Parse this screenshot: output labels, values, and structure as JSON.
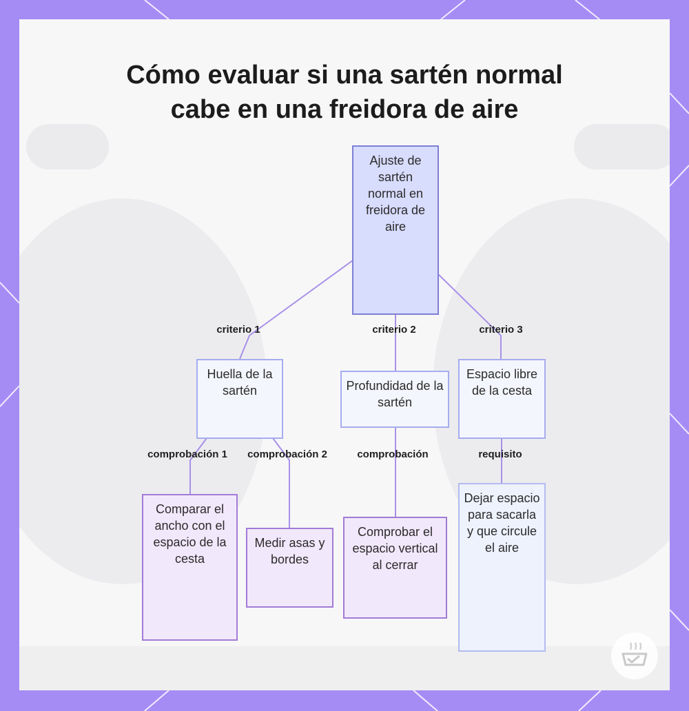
{
  "title": {
    "line1": "Cómo evaluar si una sartén normal",
    "line2": "cabe en una freidora de aire"
  },
  "nodes": {
    "root": "Ajuste de sartén normal en freidora de aire",
    "footprint": "Huella de la sartén",
    "depth": "Profundidad de la sartén",
    "basket_space": "Espacio libre de la cesta",
    "compare_width": "Comparar el ancho con el espacio de la cesta",
    "measure_handles": "Medir asas y bordes",
    "check_vertical": "Comprobar el espacio vertical al cerrar",
    "leave_space": "Dejar espacio para sacarla y que circule el aire"
  },
  "edges": {
    "criterion1": "criterio 1",
    "criterion2": "criterio 2",
    "criterion3": "criterio 3",
    "check1": "comprobación 1",
    "check2": "comprobación 2",
    "check": "comprobación",
    "requirement": "requisito"
  },
  "colors": {
    "frame": "#a58cf5",
    "root_fill": "#d8dcfd",
    "mid_fill": "#f4f6fd",
    "leaf_fill": "#f2e8fb",
    "connector": "#a890e8"
  },
  "icons": {
    "badge": "cooking-pot-badge-icon"
  }
}
